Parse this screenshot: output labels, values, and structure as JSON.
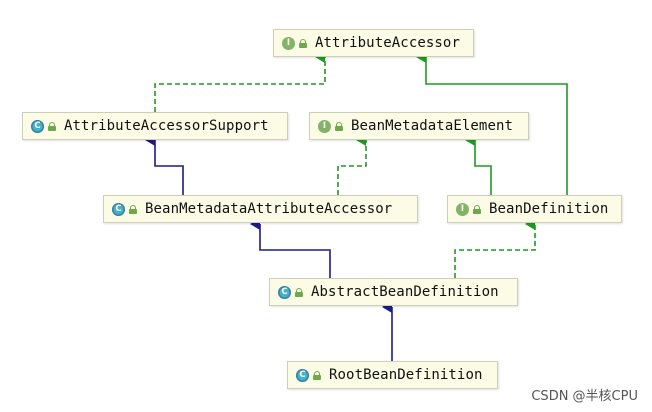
{
  "nodes": {
    "attribute_accessor": {
      "kind": "I",
      "label": "AttributeAccessor"
    },
    "attribute_accessor_support": {
      "kind": "C",
      "label": "AttributeAccessorSupport"
    },
    "bean_metadata_element": {
      "kind": "I",
      "label": "BeanMetadataElement"
    },
    "bean_metadata_attribute_accessor": {
      "kind": "C",
      "label": "BeanMetadataAttributeAccessor"
    },
    "bean_definition": {
      "kind": "I",
      "label": "BeanDefinition"
    },
    "abstract_bean_definition": {
      "kind": "C",
      "label": "AbstractBeanDefinition"
    },
    "root_bean_definition": {
      "kind": "C",
      "label": "RootBeanDefinition"
    }
  },
  "relations": [
    {
      "from": "AttributeAccessorSupport",
      "to": "AttributeAccessor",
      "type": "implements"
    },
    {
      "from": "BeanDefinition",
      "to": "AttributeAccessor",
      "type": "extends-interface"
    },
    {
      "from": "BeanMetadataAttributeAccessor",
      "to": "AttributeAccessorSupport",
      "type": "extends"
    },
    {
      "from": "BeanMetadataAttributeAccessor",
      "to": "BeanMetadataElement",
      "type": "implements"
    },
    {
      "from": "BeanDefinition",
      "to": "BeanMetadataElement",
      "type": "extends-interface"
    },
    {
      "from": "AbstractBeanDefinition",
      "to": "BeanMetadataAttributeAccessor",
      "type": "extends"
    },
    {
      "from": "AbstractBeanDefinition",
      "to": "BeanDefinition",
      "type": "implements"
    },
    {
      "from": "RootBeanDefinition",
      "to": "AbstractBeanDefinition",
      "type": "extends"
    }
  ],
  "colors": {
    "extends": "#1b1b8a",
    "implements": "#1f9a1f",
    "extends_interface": "#1f9a1f",
    "node_bg": "#fbfbe6",
    "interface_badge": "#82b366",
    "class_badge": "#40b5c8"
  },
  "watermark": "CSDN @半核CPU"
}
